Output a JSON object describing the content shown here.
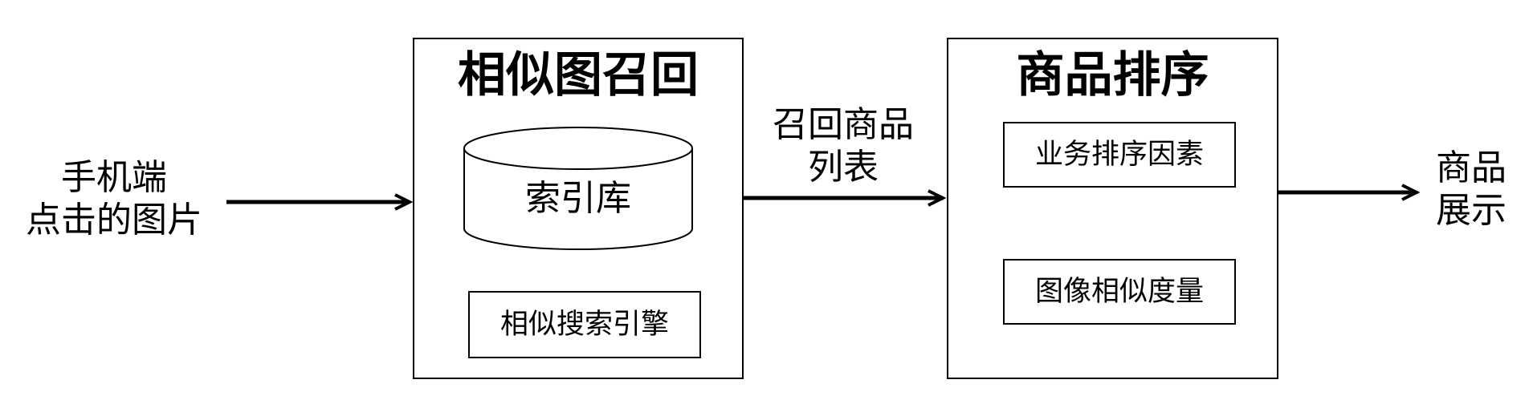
{
  "input": {
    "line1": "手机端",
    "line2": "点击的图片"
  },
  "recall_module": {
    "title": "相似图召回",
    "database_label": "索引库",
    "engine_label": "相似搜索引擎"
  },
  "recall_output": {
    "line1": "召回商品",
    "line2": "列表"
  },
  "rank_module": {
    "title": "商品排序",
    "factor1": "业务排序因素",
    "factor2": "图像相似度量"
  },
  "output": {
    "line1": "商品",
    "line2": "展示"
  },
  "colors": {
    "stroke": "#000000",
    "text": "#000000",
    "background": "#ffffff"
  }
}
